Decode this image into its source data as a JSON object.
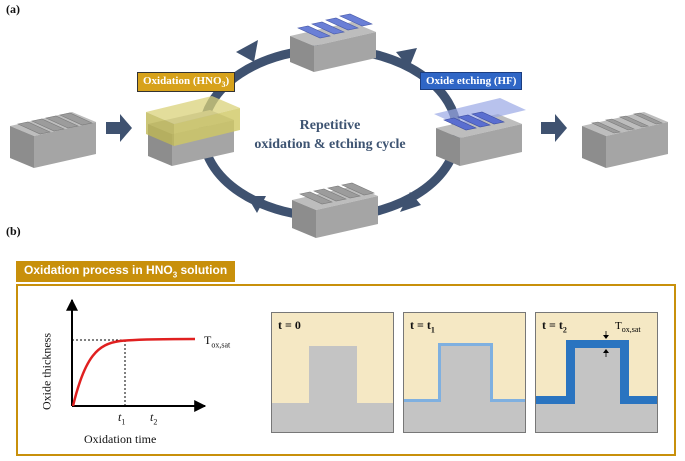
{
  "panel_a": {
    "label": "(a)",
    "oxidation_tag": "Oxidation (HNO3)",
    "oxidation_tag_main": "Oxidation (HNO",
    "oxidation_tag_sub": "3",
    "oxidation_tag_end": ")",
    "etching_tag": "Oxide etching (HF)",
    "center_line1": "Repetitive",
    "center_line2": "oxidation & etching cycle",
    "colors": {
      "silicon": "#9a9a9a",
      "oxide_yellow": "#d9d27a",
      "oxide_blue": "#6a7fd6",
      "arrow": "#3f5270"
    }
  },
  "panel_b": {
    "label": "(b)",
    "header_main": "Oxidation process in HNO",
    "header_sub": "3",
    "header_end": " solution",
    "graph": {
      "y_label": "Oxide  thickness",
      "x_label": "Oxidation time",
      "t1": "t",
      "t1_sub": "1",
      "t2": "t",
      "t2_sub": "2",
      "sat_main": "T",
      "sat_sub": "ox,sat",
      "curve_color": "#e02020"
    },
    "steps": [
      {
        "label": "t = 0"
      },
      {
        "label_main": "t = t",
        "label_sub": "1"
      },
      {
        "label_main": "t = t",
        "label_sub": "2",
        "sat_main": "T",
        "sat_sub": "ox,sat"
      }
    ],
    "colors": {
      "solution": "#f5e8c4",
      "silicon": "#c4c4c4",
      "oxide": "#2a74c0",
      "border": "#c8900b"
    }
  }
}
